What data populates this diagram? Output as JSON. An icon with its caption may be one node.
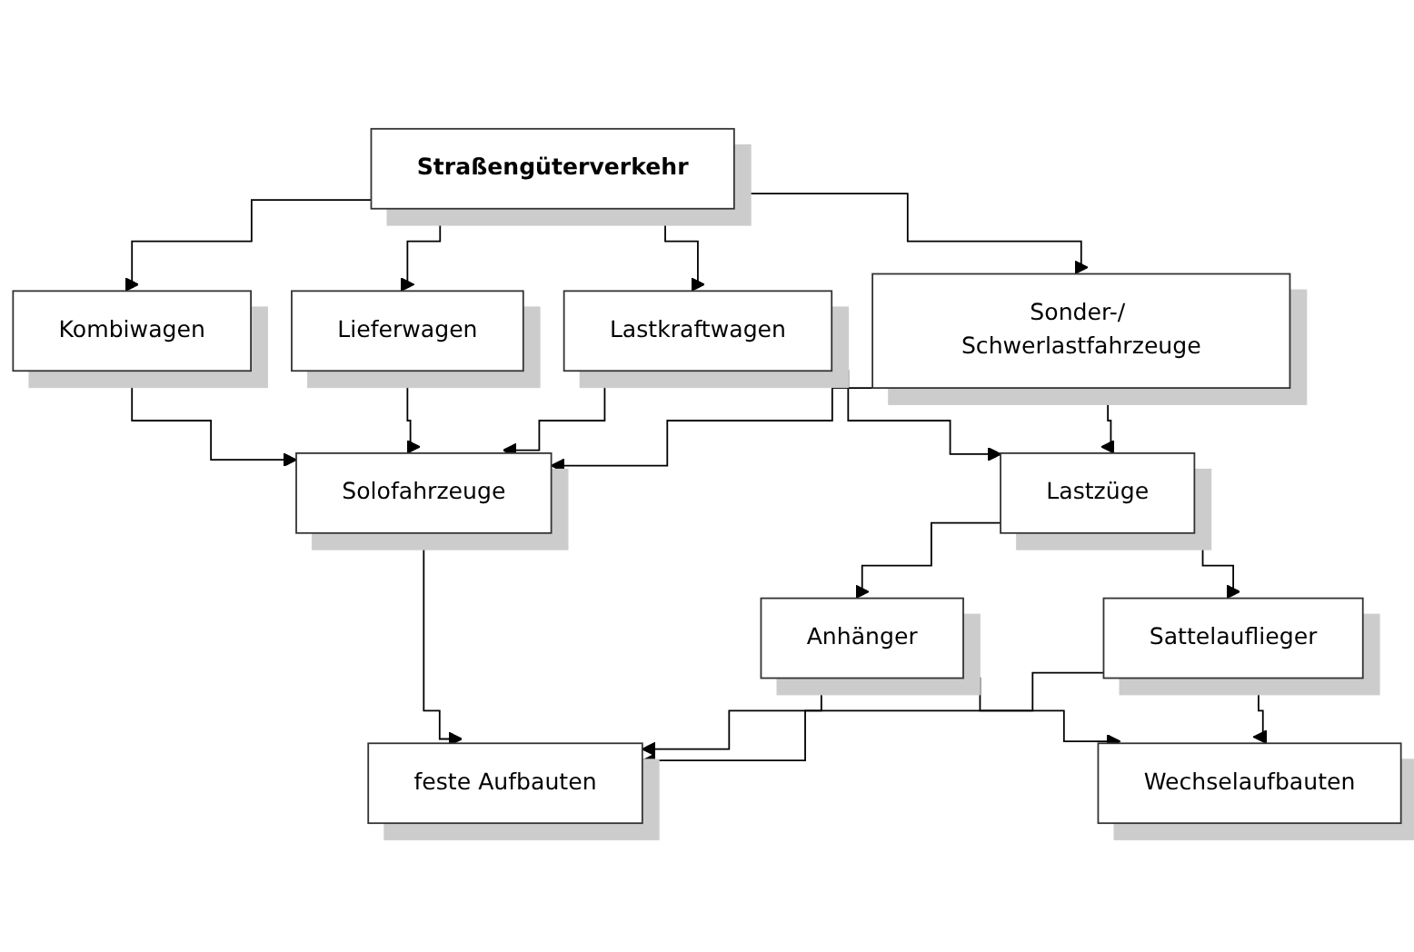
{
  "diagram": {
    "nodes": [
      {
        "text": [
          "Straßengüterverkehr"
        ]
      },
      {
        "text": [
          "Kombiwagen"
        ]
      },
      {
        "text": [
          "Lieferwagen"
        ]
      },
      {
        "text": [
          "Lastkraftwagen"
        ]
      },
      {
        "text": [
          "Sonder-/ Schwerlastfahrzeuge"
        ]
      },
      {
        "text": [
          "Solofahrzeuge"
        ]
      },
      {
        "text": [
          "Lastzüge"
        ]
      },
      {
        "text": [
          "Anhänger"
        ]
      },
      {
        "text": [
          "Sattelauflieger"
        ]
      },
      {
        "text": [
          "feste Aufbauten"
        ]
      },
      {
        "text": [
          "Wechselaufbauten"
        ]
      }
    ],
    "edges": [
      {
        "from": 0,
        "to": 1,
        "arrow": "to"
      },
      {
        "from": 0,
        "to": 2,
        "arrow": "to"
      },
      {
        "from": 0,
        "to": 3,
        "arrow": "to"
      },
      {
        "from": 0,
        "to": 4,
        "arrow": "to"
      },
      {
        "from": 1,
        "to": 5,
        "arrow": "to"
      },
      {
        "from": 2,
        "to": 5,
        "arrow": "to"
      },
      {
        "from": 3,
        "to": 5,
        "arrow": "to"
      },
      {
        "from": 3,
        "to": 6,
        "arrow": "to"
      },
      {
        "from": 4,
        "to": 5,
        "arrow": "to"
      },
      {
        "from": 4,
        "to": 6,
        "arrow": "to"
      },
      {
        "from": 6,
        "to": 7,
        "arrow": "to"
      },
      {
        "from": 6,
        "to": 8,
        "arrow": "to"
      },
      {
        "from": 5,
        "to": 9,
        "arrow": "to"
      },
      {
        "from": 7,
        "to": 9,
        "arrow": "to"
      },
      {
        "from": 7,
        "to": 10,
        "arrow": "to"
      },
      {
        "from": 8,
        "to": 9,
        "arrow": "to"
      },
      {
        "from": 8,
        "to": 10,
        "arrow": "to"
      }
    ]
  }
}
